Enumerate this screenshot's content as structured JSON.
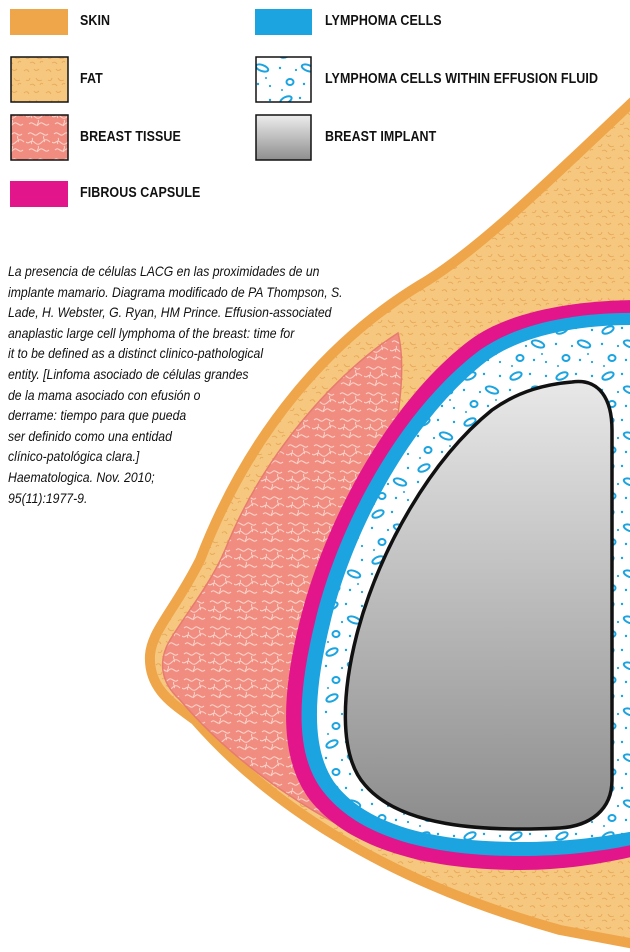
{
  "colors": {
    "skin": "#EFA54A",
    "fat": "#F6C77E",
    "breast_tissue": "#F08C80",
    "fibrous_capsule": "#E2158B",
    "lymphoma_cells": "#1BA4E0",
    "implant_light": "#E6E6E6",
    "implant_dark": "#8F8F8F"
  },
  "legend": [
    {
      "id": "skin",
      "label": "SKIN",
      "swatch": "skin-swatch"
    },
    {
      "id": "fat",
      "label": "FAT",
      "swatch": "fat-swatch"
    },
    {
      "id": "breast_tissue",
      "label": "BREAST TISSUE",
      "swatch": "breast-tissue-swatch"
    },
    {
      "id": "fibrous_capsule",
      "label": "FIBROUS CAPSULE",
      "swatch": "fibrous-capsule-swatch"
    },
    {
      "id": "lymphoma_cells",
      "label": "LYMPHOMA CELLS",
      "swatch": "lymphoma-cells-swatch"
    },
    {
      "id": "effusion",
      "label": "LYMPHOMA CELLS WITHIN EFFUSION FLUID",
      "swatch": "effusion-fluid-swatch"
    },
    {
      "id": "implant",
      "label": "BREAST IMPLANT",
      "swatch": "breast-implant-swatch"
    }
  ],
  "caption": {
    "lines": [
      "La presencia de células LACG  en las proximidades de un",
      "implante mamario. Diagrama modificado de PA Thompson, S.",
      "Lade, H. Webster, G. Ryan, HM Prince. Effusion-associated",
      "anaplastic large cell lymphoma of the breast: time for",
      "it to be defined as a distinct clinico-pathological",
      "entity. [Linfoma asociado de células grandes",
      "de la mama asociado con efusión o",
      "derrame: tiempo para que pueda",
      "ser definido como una entidad",
      "clínico-patológica clara.]",
      "Haematologica. Nov. 2010;",
      "95(11):1977-9."
    ]
  }
}
